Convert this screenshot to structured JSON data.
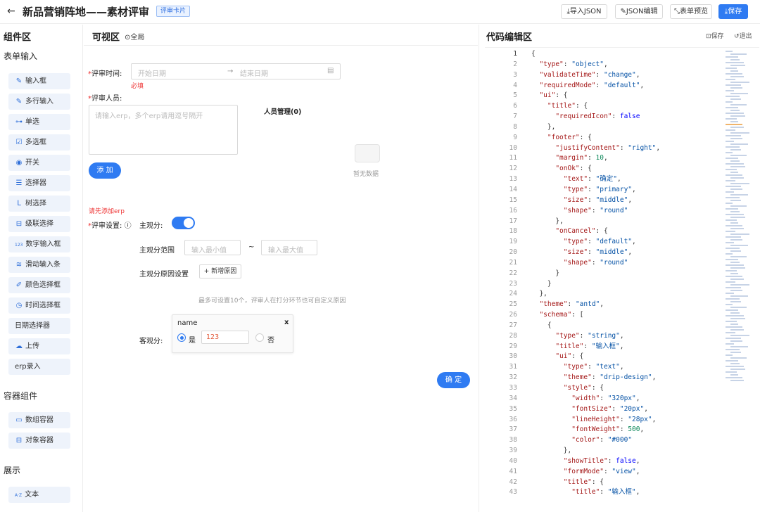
{
  "header": {
    "back_icon": "←",
    "title": "新品营销阵地——素材评审",
    "tag": "评审卡片",
    "buttons": {
      "import_json": "⤓导入JSON",
      "json_edit": "✎JSON编辑",
      "preview": "⤡表单预览",
      "save": "⤓保存"
    }
  },
  "left": {
    "title": "组件区",
    "sections": {
      "form_input": "表单输入",
      "container": "容器组件",
      "display": "展示"
    },
    "form_items": [
      {
        "icon": "✎",
        "label": "输入框"
      },
      {
        "icon": "✎",
        "label": "多行输入"
      },
      {
        "icon": "⊶",
        "label": "单选"
      },
      {
        "icon": "☑",
        "label": "多选框"
      },
      {
        "icon": "◉",
        "label": "开关"
      },
      {
        "icon": "☰",
        "label": "选择器"
      },
      {
        "icon": "ᒪ",
        "label": "树选择"
      },
      {
        "icon": "⊟",
        "label": "级联选择"
      },
      {
        "icon": "123",
        "label": "数字输入框"
      },
      {
        "icon": "≋",
        "label": "滑动输入条"
      },
      {
        "icon": "✐",
        "label": "颜色选择框"
      },
      {
        "icon": "◷",
        "label": "时间选择框"
      },
      {
        "icon": "",
        "label": "日期选择器"
      },
      {
        "icon": "☁",
        "label": "上传"
      },
      {
        "icon": "",
        "label": "erp录入"
      }
    ],
    "container_items": [
      {
        "icon": "▭",
        "label": "数组容器"
      },
      {
        "icon": "⊟",
        "label": "对象容器"
      }
    ],
    "display_items": [
      {
        "icon": "A·Z",
        "label": "文本"
      }
    ]
  },
  "middle": {
    "title": "可视区",
    "scope": "全局",
    "review_time_label": "评审时间:",
    "start_date_placeholder": "开始日期",
    "arrow": "→",
    "end_date_placeholder": "结束日期",
    "required_error": "必填",
    "reviewer_label": "评审人员:",
    "reviewer_placeholder": "请输入erp，多个erp请用逗号隔开",
    "people_manage": "人员管理(0)",
    "empty_text": "暂无数据",
    "add_button": "添 加",
    "erp_error": "请先添加erp",
    "settings_label": "评审设置:",
    "subjective_label": "主观分:",
    "subjective_toggle_on": true,
    "range_label": "主观分范围",
    "min_placeholder": "输入最小值",
    "tilde": "~",
    "max_placeholder": "输入最大值",
    "reason_label": "主观分原因设置",
    "add_reason_button": "+ 新增原因",
    "reason_hint": "最多可设置10个，评审人在打分环节也可自定义原因",
    "objective_label": "客观分:",
    "objective_card": {
      "name": "name",
      "close": "x",
      "yes_label": "是",
      "yes_value": "123",
      "no_label": "否"
    },
    "confirm_button": "确 定"
  },
  "right": {
    "title": "代码编辑区",
    "save": "⊡保存",
    "exit": "↺退出",
    "active_line": 1,
    "code_lines": [
      "{",
      "  \"type\": \"object\",",
      "  \"validateTime\": \"change\",",
      "  \"requiredMode\": \"default\",",
      "  \"ui\": {",
      "    \"title\": {",
      "      \"requiredIcon\": false",
      "    },",
      "    \"footer\": {",
      "      \"justifyContent\": \"right\",",
      "      \"margin\": 10,",
      "      \"onOk\": {",
      "        \"text\": \"确定\",",
      "        \"type\": \"primary\",",
      "        \"size\": \"middle\",",
      "        \"shape\": \"round\"",
      "      },",
      "      \"onCancel\": {",
      "        \"type\": \"default\",",
      "        \"size\": \"middle\",",
      "        \"shape\": \"round\"",
      "      }",
      "    }",
      "  },",
      "  \"theme\": \"antd\",",
      "  \"schema\": [",
      "    {",
      "      \"type\": \"string\",",
      "      \"title\": \"输入框\",",
      "      \"ui\": {",
      "        \"type\": \"text\",",
      "        \"theme\": \"drip-design\",",
      "        \"style\": {",
      "          \"width\": \"320px\",",
      "          \"fontSize\": \"20px\",",
      "          \"lineHeight\": \"28px\",",
      "          \"fontWeight\": 500,",
      "          \"color\": \"#000\"",
      "        },",
      "        \"showTitle\": false,",
      "        \"formMode\": \"view\",",
      "        \"title\": {",
      "          \"title\": \"输入框\","
    ]
  }
}
